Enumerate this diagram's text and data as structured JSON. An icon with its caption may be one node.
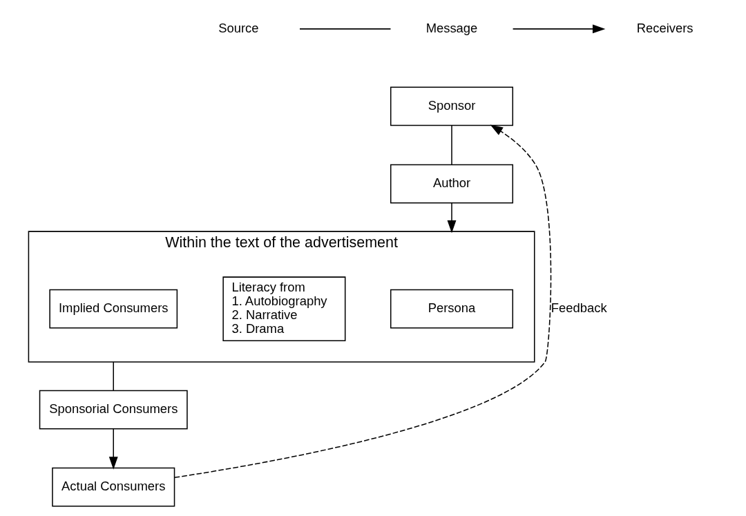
{
  "diagram": {
    "nodes": [
      {
        "text": [
          "Source"
        ]
      },
      {
        "text": [
          "Message"
        ]
      },
      {
        "text": [
          "Receivers"
        ]
      },
      {
        "text": [
          "Sponsor"
        ]
      },
      {
        "text": [
          "Author"
        ]
      },
      {
        "text": [
          "Within the text of the advertisement"
        ]
      },
      {
        "text": [
          "Persona"
        ],
        "in": 5
      },
      {
        "text": [
          "Literacy from",
          "1. Autobiography",
          "2. Narrative",
          "3. Drama"
        ],
        "in": 5
      },
      {
        "text": [
          "Implied Consumers"
        ],
        "in": 5
      },
      {
        "text": [
          "Sponsorial Consumers"
        ]
      },
      {
        "text": [
          "Actual Consumers"
        ]
      }
    ],
    "edges": [
      {
        "from": 0,
        "to": 1,
        "arrow": "none"
      },
      {
        "from": 1,
        "to": 2,
        "arrow": "to"
      },
      {
        "from": 3,
        "to": 4,
        "arrow": "none"
      },
      {
        "from": 4,
        "to": 5,
        "arrow": "to"
      },
      {
        "from": 5,
        "to": 9,
        "arrow": "none"
      },
      {
        "from": 9,
        "to": 10,
        "arrow": "to"
      },
      {
        "from": 10,
        "to": 3,
        "arrow": "to",
        "style": "dashed",
        "label": "Feedback"
      }
    ]
  }
}
